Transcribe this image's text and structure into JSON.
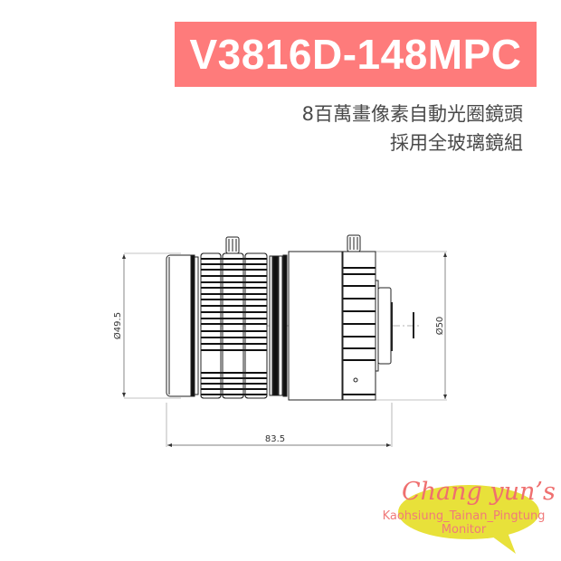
{
  "header": {
    "model": "V3816D-148MPC",
    "banner_color": "#fe7b7b",
    "subtitle_line1": "8百萬畫像素自動光圈鏡頭",
    "subtitle_line2": "採用全玻璃鏡組"
  },
  "drawing": {
    "front_diameter": "Ø49.5",
    "rear_diameter": "Ø50",
    "length": "83.5"
  },
  "logo": {
    "name": "Chang yun’s",
    "line1": "Kaohsiung_Tainan_Pingtung",
    "line2": "Monitor",
    "bubble_color": "#e8e13a",
    "text_color": "#ef6f6f"
  }
}
